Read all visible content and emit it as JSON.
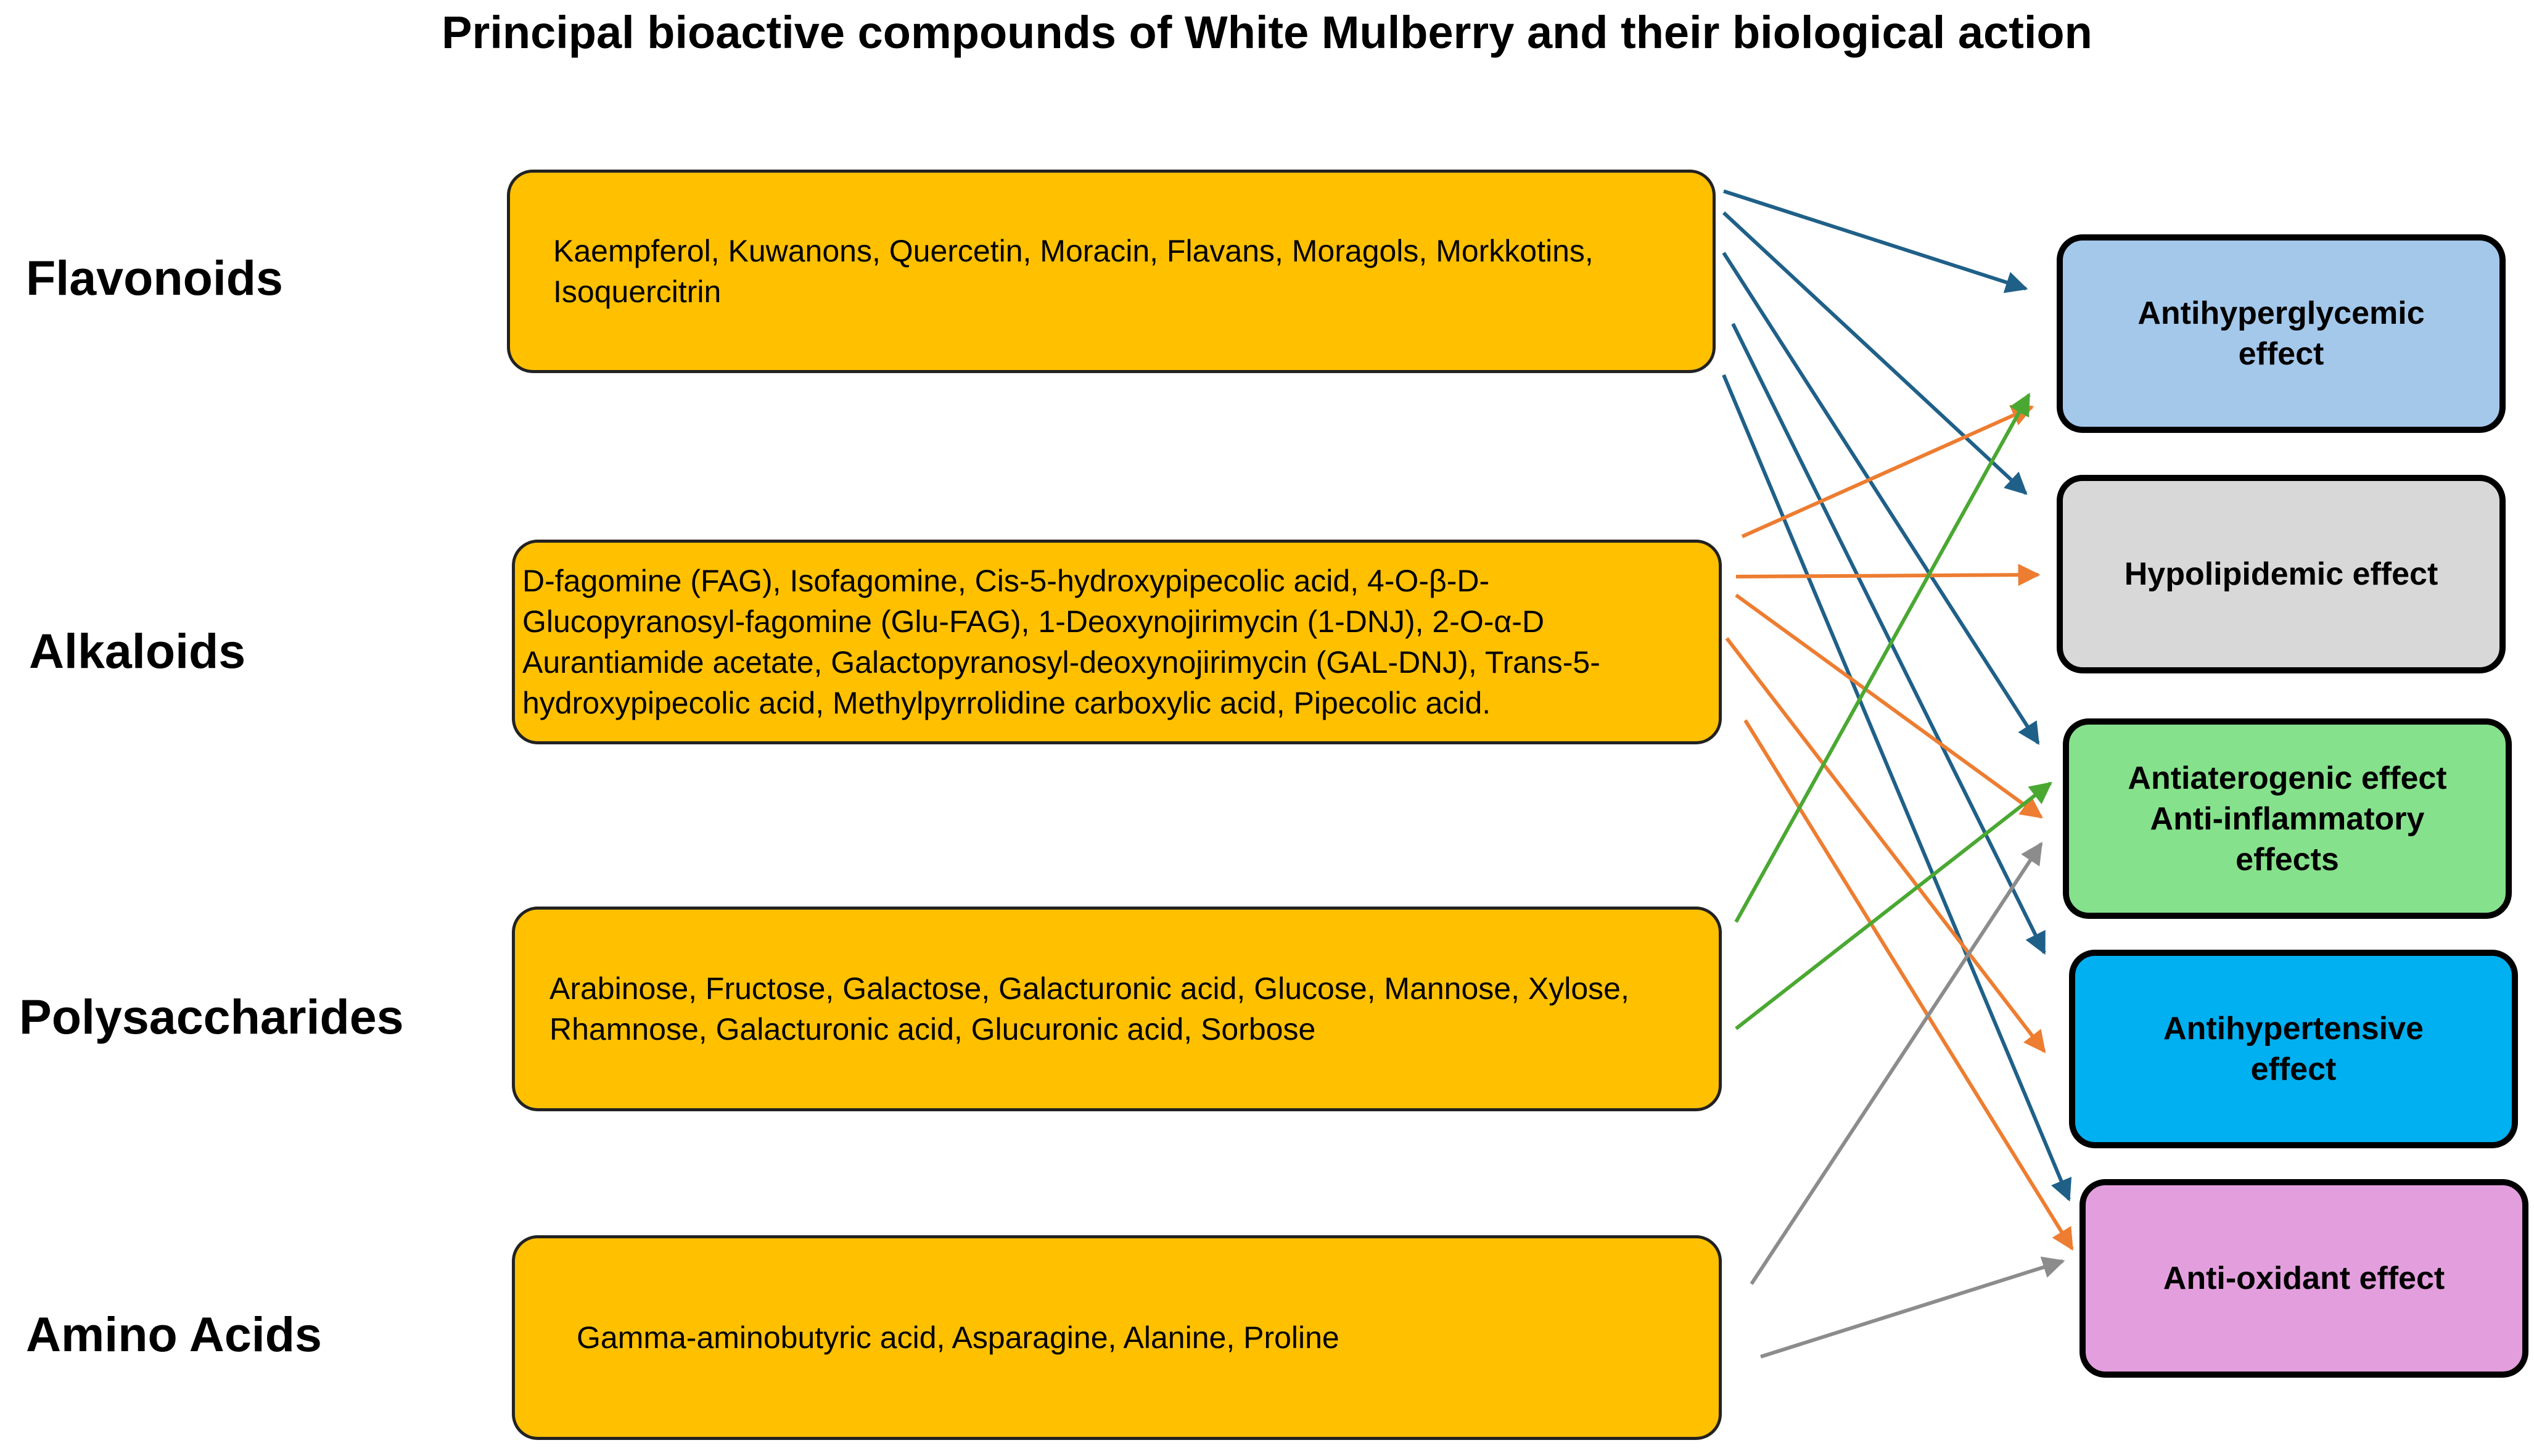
{
  "title": "Principal bioactive compounds of White Mulberry and their biological action",
  "categories": [
    {
      "label": "Flavonoids",
      "compounds": "Kaempferol, Kuwanons, Quercetin, Moracin, Flavans, Moragols, Morkkotins, Isoquercitrin"
    },
    {
      "label": "Alkaloids",
      "compounds": "D-fagomine (FAG), Isofagomine, Cis-5-hydroxypipecolic acid, 4-O-β-D-Glucopyranosyl-fagomine (Glu-FAG), 1-Deoxynojirimycin (1-DNJ), 2-O-α-D Aurantiamide acetate, Galactopyranosyl-deoxynojirimycin (GAL-DNJ), Trans-5-hydroxypipecolic acid, Methylpyrrolidine carboxylic acid, Pipecolic acid."
    },
    {
      "label": "Polysaccharides",
      "compounds": "Arabinose, Fructose, Galactose, Galacturonic acid, Glucose, Mannose, Xylose, Rhamnose, Galacturonic acid, Glucuronic acid, Sorbose"
    },
    {
      "label": "Amino Acids",
      "compounds": "Gamma-aminobutyric acid, Asparagine, Alanine, Proline"
    }
  ],
  "effects": [
    {
      "label": "Antihyperglycemic\neffect",
      "color": "#a4c8ea"
    },
    {
      "label": "Hypolipidemic effect",
      "color": "#d8d8d8"
    },
    {
      "label": "Antiaterogenic effect\nAnti-inflammatory\neffects",
      "color": "#86e18c"
    },
    {
      "label": "Antihypertensive\neffect",
      "color": "#00b0f0"
    },
    {
      "label": "Anti-oxidant effect",
      "color": "#e39fdd"
    }
  ],
  "arrow_colors": {
    "Flavonoids": "#1f6088",
    "Alkaloids": "#ed7d31",
    "Polysaccharides": "#4aa832",
    "Amino Acids": "#8c8c8c"
  }
}
